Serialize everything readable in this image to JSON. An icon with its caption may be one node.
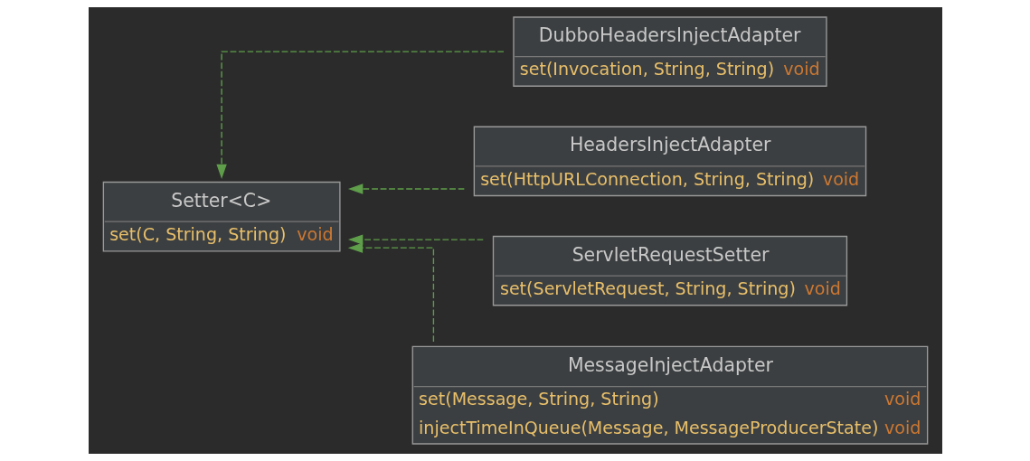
{
  "diagram": {
    "nodes": [
      {
        "text": [
          "Setter<C>",
          "set(C, String, String)",
          "void"
        ]
      },
      {
        "text": [
          "DubboHeadersInjectAdapter",
          "set(Invocation, String, String)",
          "void"
        ]
      },
      {
        "text": [
          "HeadersInjectAdapter",
          "set(HttpURLConnection, String, String)",
          "void"
        ]
      },
      {
        "text": [
          "ServletRequestSetter",
          "set(ServletRequest, String, String)",
          "void"
        ]
      },
      {
        "text": [
          "MessageInjectAdapter",
          "set(Message, String, String)",
          "void",
          "injectTimeInQueue(Message, MessageProducerState)",
          "void"
        ]
      }
    ],
    "edges": [
      {
        "from": 1,
        "to": 0,
        "arrow": "to",
        "style": "dashed"
      },
      {
        "from": 2,
        "to": 0,
        "arrow": "to",
        "style": "dashed"
      },
      {
        "from": 3,
        "to": 0,
        "arrow": "to",
        "style": "dashed"
      },
      {
        "from": 4,
        "to": 0,
        "arrow": "to",
        "style": "dashed"
      }
    ]
  }
}
